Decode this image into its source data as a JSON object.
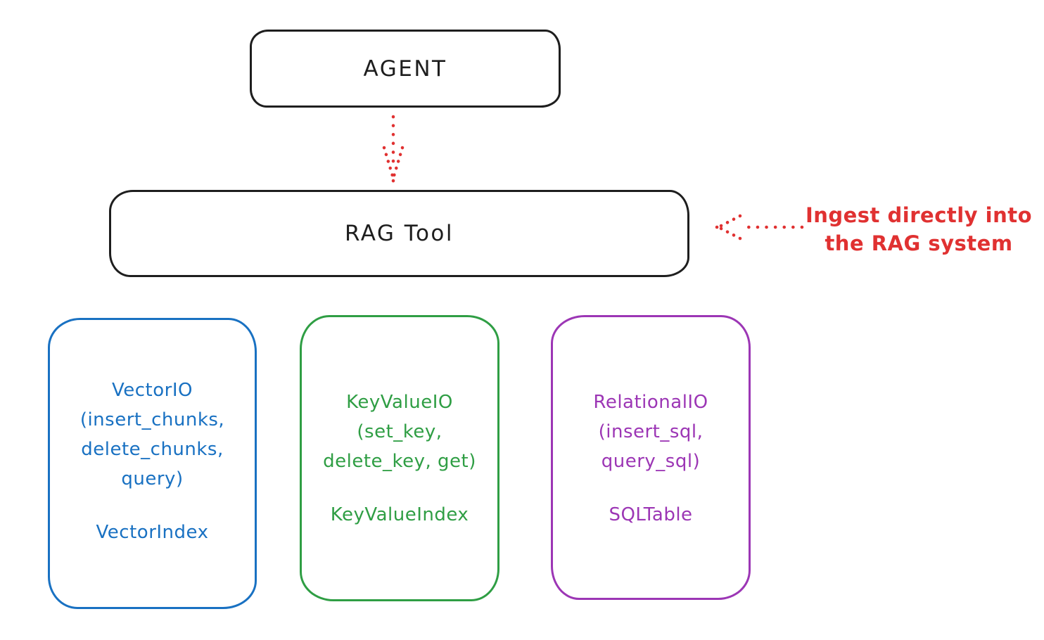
{
  "palette": {
    "ink": "#1e1e1e",
    "red": "#e03131",
    "blue": "#1971c2",
    "green": "#2f9e44",
    "purple": "#9c36b5"
  },
  "nodes": {
    "agent": {
      "label": "AGENT"
    },
    "rag_tool": {
      "label": "RAG Tool"
    },
    "vector_io": {
      "title_lines": [
        "VectorIO",
        "(insert_chunks,",
        "delete_chunks,",
        "query)"
      ],
      "index_label": "VectorIndex",
      "color": "#1971c2"
    },
    "key_value_io": {
      "title_lines": [
        "KeyValueIO",
        "(set_key,",
        "delete_key, get)"
      ],
      "index_label": "KeyValueIndex",
      "color": "#2f9e44"
    },
    "relational_io": {
      "title_lines": [
        "RelationalIO",
        "(insert_sql,",
        "query_sql)"
      ],
      "index_label": "SQLTable",
      "color": "#9c36b5"
    }
  },
  "edges": {
    "agent_to_rag": {
      "style": "dotted",
      "color": "#e03131",
      "direction": "down"
    },
    "annotation_to_rag": {
      "style": "dotted",
      "color": "#e03131",
      "direction": "left"
    }
  },
  "annotation": {
    "line1": "Ingest directly into",
    "line2": "the RAG system",
    "color": "#e03131"
  }
}
